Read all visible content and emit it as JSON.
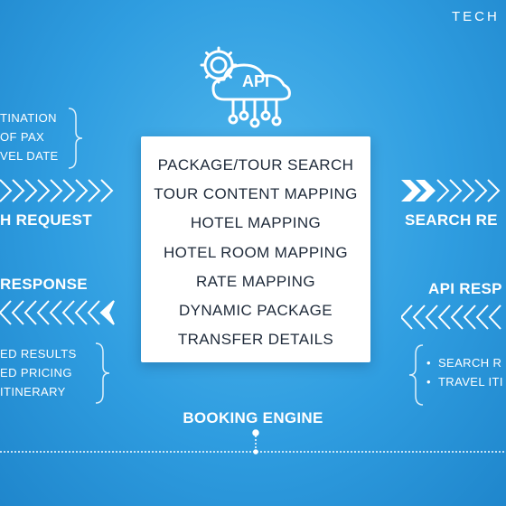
{
  "brand": "TECH",
  "api_icon": {
    "label": "API",
    "icons": [
      "gear-icon",
      "cloud-icon"
    ]
  },
  "center_list": [
    "PACKAGE/TOUR SEARCH",
    "TOUR CONTENT MAPPING",
    "HOTEL MAPPING",
    "HOTEL ROOM MAPPING",
    "RATE MAPPING",
    "DYNAMIC PACKAGE",
    "TRANSFER DETAILS"
  ],
  "left": {
    "request_items": [
      "TINATION",
      "OF PAX",
      "VEL DATE"
    ],
    "request_label": "H REQUEST",
    "response_label": "RESPONSE",
    "response_items": [
      "ED RESULTS",
      "ED PRICING",
      "ITINERARY"
    ]
  },
  "right": {
    "request_label": "SEARCH RE",
    "response_label": "API  RESP",
    "response_items": [
      "SEARCH R",
      "TRAVEL ITI"
    ]
  },
  "bottom_label": "BOOKING ENGINE",
  "colors": {
    "background": "#2f9de0",
    "card": "#ffffff",
    "card_text": "#1e2a3a",
    "foreground": "#ffffff"
  }
}
